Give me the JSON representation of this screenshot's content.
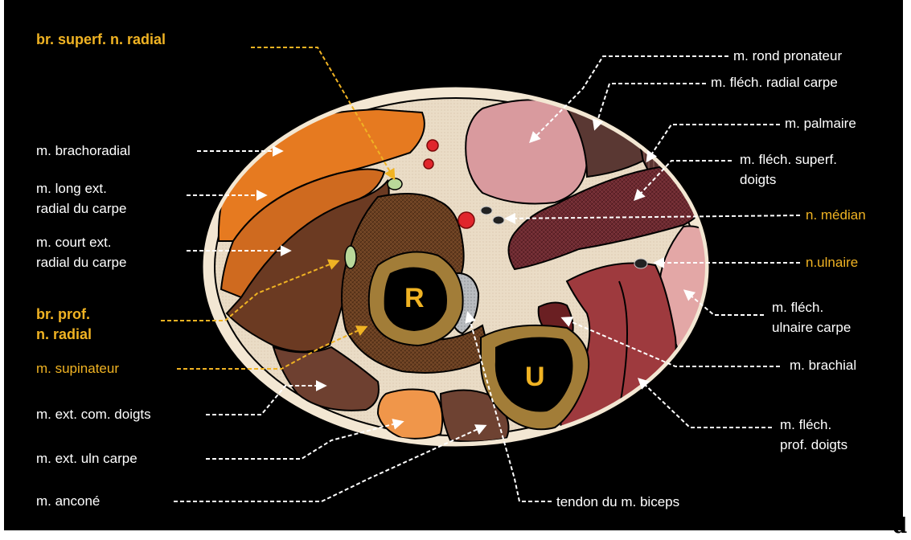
{
  "colors": {
    "background": "#000000",
    "label": "#ffffff",
    "nerve_label": "#f0b323",
    "skin": "#eee3d0",
    "orange_muscle": "#e4771f",
    "brown_muscle": "#6b3a22",
    "bone": "#a27d38",
    "marrow": "#000000",
    "artery": "#e0262c",
    "nerve": "#b9d89a"
  },
  "labels": {
    "br_superf_n_radial": "br. superf. n. radial",
    "m_brachoradial": "m. brachoradial",
    "m_long_ext_1": "m. long ext.",
    "m_long_ext_2": "radial du carpe",
    "m_court_ext_1": "m. court ext.",
    "m_court_ext_2": "radial du carpe",
    "br_prof_1": "br. prof.",
    "br_prof_2": "n. radial",
    "m_supinateur": "m. supinateur",
    "m_ext_com_doigts": "m. ext. com. doigts",
    "m_ext_uln_carpe": "m. ext. uln carpe",
    "m_ancone": "m. anconé",
    "m_rond_pronateur": "m. rond pronateur",
    "m_flech_radial_carpe": "m. fléch. radial carpe",
    "m_palmaire": "m. palmaire",
    "m_flech_superf_1": "m. fléch. superf.",
    "m_flech_superf_2": "doigts",
    "n_median": "n. médian",
    "n_ulnaire": "n.ulnaire",
    "m_flech_ulnaire_1": "m. fléch.",
    "m_flech_ulnaire_2": "ulnaire carpe",
    "m_brachial": "m. brachial",
    "m_flech_prof_1": "m. fléch.",
    "m_flech_prof_2": "prof. doigts",
    "tendon_biceps": "tendon du m. biceps"
  },
  "bones": {
    "radius": "R",
    "ulna": "U"
  },
  "panel_letter": "d"
}
